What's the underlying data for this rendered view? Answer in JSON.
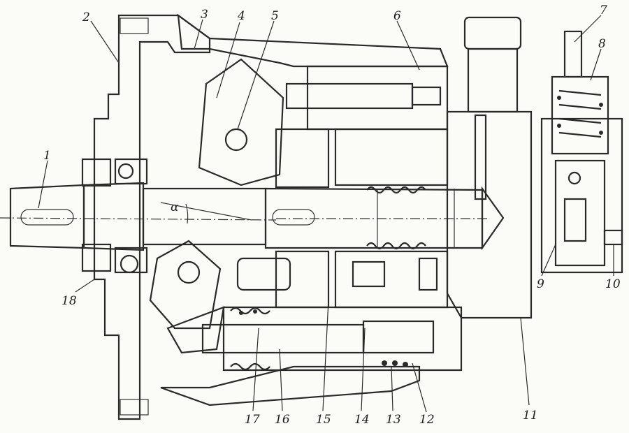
{
  "figure": {
    "callouts": [
      "1",
      "2",
      "3",
      "4",
      "5",
      "6",
      "7",
      "8",
      "9",
      "10",
      "11",
      "12",
      "13",
      "14",
      "15",
      "16",
      "17",
      "18"
    ],
    "angle_symbol": "α"
  },
  "colors": {
    "ink": "#2a2a2a",
    "paper": "#fbfbf8"
  }
}
